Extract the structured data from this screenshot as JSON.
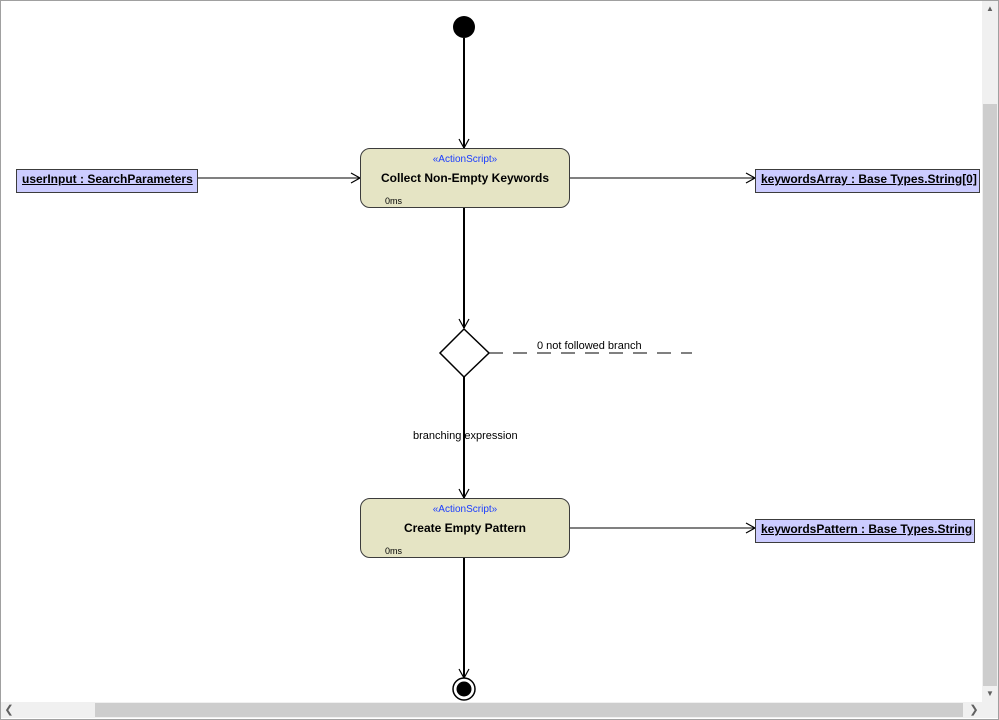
{
  "actions": [
    {
      "stereotype": "«ActionScript»",
      "name": "Collect Non-Empty Keywords",
      "timing": "0ms"
    },
    {
      "stereotype": "«ActionScript»",
      "name": "Create Empty Pattern",
      "timing": "0ms"
    }
  ],
  "object_nodes": {
    "input": "userInput : SearchParameters",
    "output1": "keywordsArray : Base Types.String[0]",
    "output2": "keywordsPattern : Base Types.String"
  },
  "labels": {
    "not_followed": "0 not followed branch",
    "branching": "branching expression"
  },
  "scrollbars": {
    "up_arrow": "▲",
    "down_arrow": "▼",
    "left_arrow": "❮",
    "right_arrow": "❯"
  },
  "colors": {
    "action_fill": "#e5e4c4",
    "object_fill": "#ccccff",
    "stereotype_text": "#1a3cff",
    "line": "#000000"
  }
}
